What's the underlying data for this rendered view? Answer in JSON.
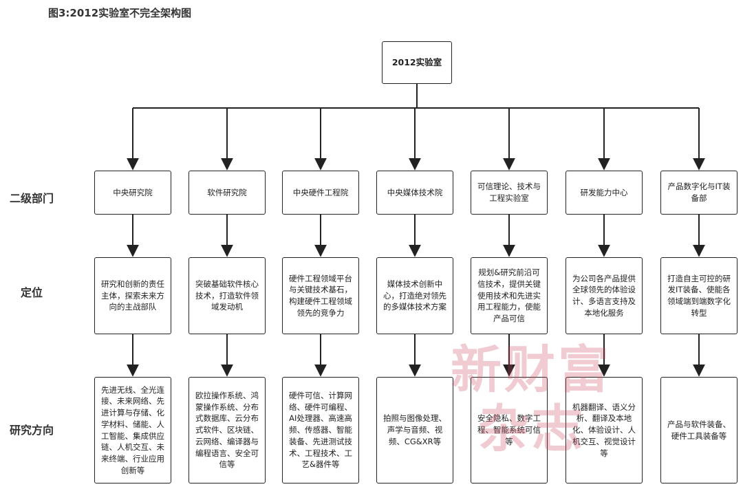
{
  "title": "图3:2012实验室不完全架构图",
  "root": "2012实验室",
  "row_labels": {
    "dept": "二级部门",
    "position": "定位",
    "research": "研究方向"
  },
  "columns": [
    {
      "dept": "中央研究院",
      "position": "研究和创新的责任主体，探索未来方向的主战部队",
      "research": "先进无线、全光连接、未来网络、先进计算与存储、化学材料、储能、人工智能、集成供应链、人机交互、未来终端、行业应用创新等"
    },
    {
      "dept": "软件研究院",
      "position": "突破基础软件核心技术，打造软件领域发动机",
      "research": "欧拉操作系统、鸿蒙操作系统、分布式数据库、云分布式软件、区块链、云网络、编译器与编程语言、安全可信等"
    },
    {
      "dept": "中央硬件工程院",
      "position": "硬件工程领域平台与关键技术基石，构建硬件工程领域领先的竞争力",
      "research": "硬件可信、计算网络、硬件可编程、AI处理器、高速高频、传感器、智能装备、先进测试技术、工程技术、工艺&器件等"
    },
    {
      "dept": "中央媒体技术院",
      "position": "媒体技术创新中心，打造绝对领先的多媒体技术方案",
      "research": "拍照与图像处理、声学与音频、视频、CG&XR等"
    },
    {
      "dept": "可信理论、技术与工程实验室",
      "position": "规划&研究前沿可信技术，提供关键使用技术和先进实用工程能力，使能产品可信",
      "research": "安全隐私、数字工程、智能系统可信等"
    },
    {
      "dept": "研发能力中心",
      "position": "为公司各产品提供全球领先的体验设计、多语言支持及本地化服务",
      "research": "机器翻译、语义分析、翻译及本地化、体验设计、人机交互、视觉设计等"
    },
    {
      "dept": "产品数字化与IT装备部",
      "position": "打造自主可控的研发IT装备、使能各领域端到端数字化转型",
      "research": "产品与软件装备、硬件工具装备等"
    }
  ],
  "watermark": [
    "新财富",
    "杂志"
  ],
  "colors": {
    "border": "#222222",
    "watermark": "#c8465a"
  }
}
